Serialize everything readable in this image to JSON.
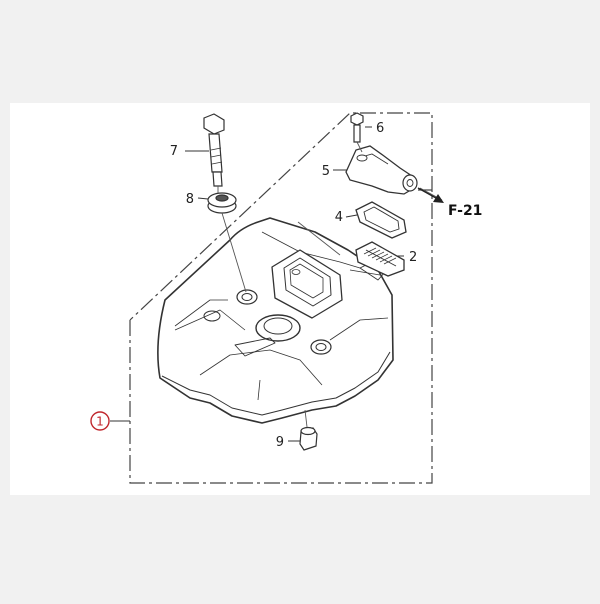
{
  "diagram": {
    "callouts": [
      {
        "id": "c1",
        "label": "1",
        "highlight": true
      },
      {
        "id": "c2",
        "label": "2"
      },
      {
        "id": "c4",
        "label": "4"
      },
      {
        "id": "c5",
        "label": "5"
      },
      {
        "id": "c6",
        "label": "6"
      },
      {
        "id": "c7",
        "label": "7"
      },
      {
        "id": "c8",
        "label": "8"
      },
      {
        "id": "c9",
        "label": "9"
      }
    ],
    "reference": "F-21",
    "colors": {
      "background": "#f1f1f1",
      "paper": "#ffffff",
      "line": "#333333",
      "highlight": "#c0272d"
    }
  }
}
